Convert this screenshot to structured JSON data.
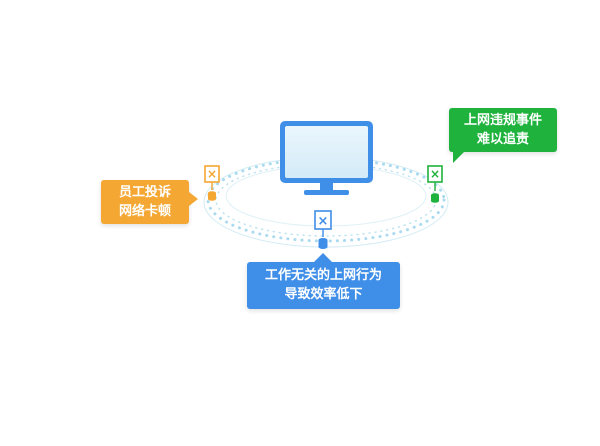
{
  "diagram": {
    "callouts": {
      "orange": {
        "lines": [
          "员工投诉",
          "网络卡顿"
        ],
        "color": "#f5a733"
      },
      "green": {
        "lines": [
          "上网违规事件",
          "难以追责"
        ],
        "color": "#1fb23d"
      },
      "blue": {
        "lines": [
          "工作无关的上网行为",
          "导致效率低下"
        ],
        "color": "#3f8ee8"
      }
    },
    "ring_color": "#bfe3f0",
    "monitor_color": "#3f8ee8",
    "icons": [
      "monitor-icon",
      "blocked-sign-icon",
      "database-icon"
    ]
  }
}
